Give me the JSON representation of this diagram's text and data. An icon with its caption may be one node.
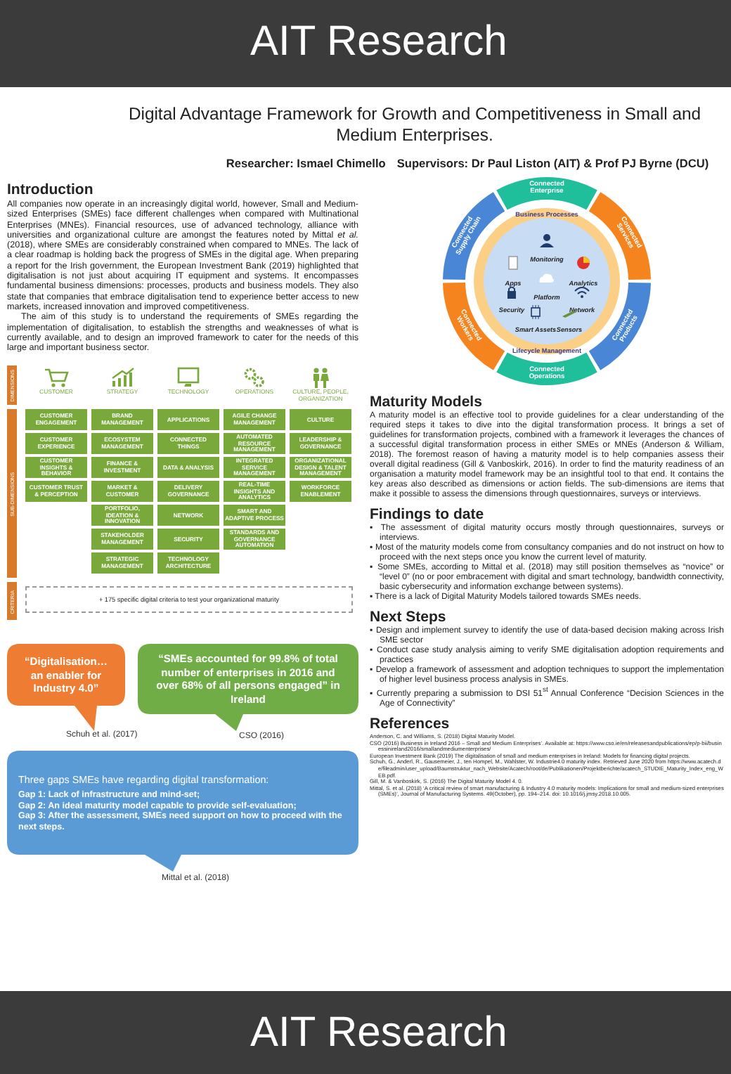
{
  "diagram": {
    "title": "Digital Advantage Framework for Growth and Competitiveness in Small and Medium Enterprises.",
    "nodes": [
      {
        "text": [
          "DIMENSIONS"
        ]
      },
      {
        "text": [
          "SUB-DIMENSIONS"
        ]
      },
      {
        "text": [
          "CRITERIA"
        ]
      },
      {
        "text": [
          "CUSTOMER ENGAGEMENT"
        ]
      },
      {
        "text": [
          "CUSTOMER EXPERIENCE"
        ]
      },
      {
        "text": [
          "CUSTOMER INSIGHTS & BEHAVIOR"
        ]
      },
      {
        "text": [
          "CUSTOMER TRUST & PERCEPTION"
        ]
      },
      {
        "text": [
          "BRAND MANAGEMENT"
        ]
      },
      {
        "text": [
          "ECOSYSTEM MANAGEMENT"
        ]
      },
      {
        "text": [
          "FINANCE & INVESTMENT"
        ]
      },
      {
        "text": [
          "MARKET & CUSTOMER"
        ]
      },
      {
        "text": [
          "PORTFOLIO, IDEATION & INNOVATION"
        ]
      },
      {
        "text": [
          "STAKEHOLDER MANAGEMENT"
        ]
      },
      {
        "text": [
          "STRATEGIC MANAGEMENT"
        ]
      },
      {
        "text": [
          "APPLICATIONS"
        ]
      },
      {
        "text": [
          "CONNECTED THINGS"
        ]
      },
      {
        "text": [
          "DATA & ANALYSIS"
        ]
      },
      {
        "text": [
          "DELIVERY GOVERNANCE"
        ]
      },
      {
        "text": [
          "NETWORK"
        ]
      },
      {
        "text": [
          "SECURITY"
        ]
      },
      {
        "text": [
          "TECHNOLOGY ARCHITECTURE"
        ]
      },
      {
        "text": [
          "AGILE CHANGE MANAGEMENT"
        ]
      },
      {
        "text": [
          "AUTOMATED RESOURCE MANAGEMENT"
        ]
      },
      {
        "text": [
          "INTEGRATED SERVICE MANAGEMENT"
        ]
      },
      {
        "text": [
          "REAL-TIME INSIGHTS AND ANALYTICS"
        ]
      },
      {
        "text": [
          "SMART AND ADAPTIVE PROCESS"
        ]
      },
      {
        "text": [
          "STANDARDS AND GOVERNANCE AUTOMATION"
        ]
      },
      {
        "text": [
          "CULTURE"
        ]
      },
      {
        "text": [
          "LEADERSHIP & GOVERNANCE"
        ]
      },
      {
        "text": [
          "ORGANIZATIONAL DESIGN & TALENT MANAGEMENT"
        ]
      },
      {
        "text": [
          "WORKFORCE ENABLEMENT"
        ]
      },
      {
        "text": [
          "+ 175 specific digital criteria to test your organizational maturity"
        ]
      },
      {
        "text": [
          "“Digitalisation… an enabler for Industry 4.0”"
        ],
        "beside": [
          "Schuh et al. (2017)"
        ]
      },
      {
        "text": [
          "“SMEs accounted for 99.8% of total number of enterprises in 2016 and over 68% of all persons engaged” in Ireland"
        ],
        "beside": [
          "CSO (2016)"
        ]
      },
      {
        "text": [
          "Three gaps SMEs have regarding digital transformation:",
          "Gap 1: Lack of infrastructure and mind-set;",
          "Gap 2: An ideal maturity model capable to provide self-evaluation;",
          "Gap 3: After the assessment, SMEs need support on how to proceed with the next steps."
        ],
        "beside": [
          "Mittal et al. (2018)"
        ]
      },
      {
        "text": [
          "Connected Enterprise"
        ]
      },
      {
        "text": [
          "Connected Services"
        ]
      },
      {
        "text": [
          "Connected Products"
        ]
      },
      {
        "text": [
          "Connected Operations"
        ]
      },
      {
        "text": [
          "Connected Workers"
        ]
      },
      {
        "text": [
          "Connected Supply Chain"
        ]
      }
    ],
    "edges": [],
    "labels": [
      "AIT Research",
      "Researcher: Ismael Chimello",
      "Supervisors: Dr Paul Liston (AIT) & Prof PJ Byrne (DCU)",
      "Introduction",
      "All companies now operate in an increasingly digital world, however, Small and Medium-sized Enterprises (SMEs) face different challenges when compared with Multinational Enterprises (MNEs). Financial resources, use of advanced technology, alliance with universities and organizational culture are amongst the features noted by Mittal *et al.* (2018), where SMEs are considerably constrained when compared to MNEs. The lack of a clear roadmap is holding back the progress of SMEs in the digital age. When preparing a report for the Irish government, the European Investment Bank (2019) highlighted that digitalisation is not just about acquiring IT equipment and systems. It encompasses fundamental business dimensions: processes, products and business models. They also state that companies that embrace digitalisation tend to experience better access to new markets, increased innovation and improved competitiveness.",
      "The aim of this study is to understand the requirements of SMEs regarding the implementation of digitalisation, to establish the strengths and weaknesses of what is currently available, and to design an improved framework to cater for the needs of this large and important business sector.",
      "CUSTOMER",
      "STRATEGY",
      "TECHNOLOGY",
      "OPERATIONS",
      "CULTURE, PEOPLE, ORGANIZATION",
      "Business Processes",
      "Lifecycle Management",
      "Monitoring",
      "Apps",
      "Analytics",
      "Platform",
      "Security",
      "Network",
      "Smart Assets",
      "Sensors",
      "Maturity Models",
      "A maturity model is an effective tool to provide guidelines for a clear understanding of the required steps it takes to dive into the digital transformation process. It brings a set of guidelines for transformation projects, combined with a framework it leverages the chances of a successful digital transformation process in either SMEs or MNEs (Anderson & William, 2018). The foremost reason of having a maturity model is to help companies assess their overall digital readiness (Gill & Vanboskirk, 2016). In order to find the maturity readiness of an organisation a maturity model framework may be an insightful tool to that end. It contains the key areas also described as dimensions or action fields. The sub-dimensions are items that make it possible to assess the dimensions through questionnaires, surveys or interviews.",
      "Findings to date",
      "▪ The assessment of digital maturity occurs mostly through questionnaires, surveys or interviews.",
      "▪ Most of the maturity models come from consultancy companies and do not instruct on how to proceed with the next steps once you know the current level of maturity.",
      "▪ Some SMEs, according to Mittal et al. (2018) may still position themselves as “novice” or “level 0” (no or poor embracement with digital and smart technology, bandwidth connectivity, basic cybersecurity and information exchange between systems).",
      "▪ There is a lack of Digital Maturity Models tailored towards SMEs needs.",
      "Next Steps",
      "▪ Design and implement survey to identify the use of data-based decision making across Irish SME sector",
      "▪ Conduct case study analysis aiming to verify SME digitalisation adoption requirements and practices",
      "▪ Develop a framework of assessment and adoption techniques to support the implementation of higher level business process analysis in SMEs.",
      "▪ Currently preparing a submission to DSI 51$^{st}$ Annual Conference “Decision Sciences in the Age of Connectivity”",
      "References",
      "Anderson, C. and Williams, S. (2018) Digital Maturity Model.",
      "CSO (2016) Business in Ireland 2016 – Small and Medium Enterprises’. Available at: https://www.cso.ie/en/releasesandpublications/ep/p-bii/businessinireland2016/smallandmediumenterprises/",
      "European Investment Bank (2019) The digitalisation of small and medium enterprises in Ireland: Models for financing digital projects.",
      "Schuh, G., Anderl, R., Gausemeier, J., ten Hompel, M., Wahlster, W. Industrie4.0 maturity index. Retrieved June 2020 from https://www.acatech.de/fileadmin/user_upload/Baumstruktur_nach_Website/Acatech/root/de/Publikationen/Projektberichte/acatech_STUDIE_Maturity_Index_eng_WEB.pdf.",
      "Gill, M. & Vanboskirk, S. (2016) The Digital Maturity Model 4. 0.",
      "Mittal, S. et al. (2018) ‘A critical review of smart manufacturing & Industry 4.0 maturity models: Implications for small and medium-sized enterprises (SMEs)’, Journal of Manufacturing Systems. 49(October), pp. 194–214. doi: 10.1016/j.jmsy.2018.10.005.",
      "AIT Research"
    ]
  }
}
